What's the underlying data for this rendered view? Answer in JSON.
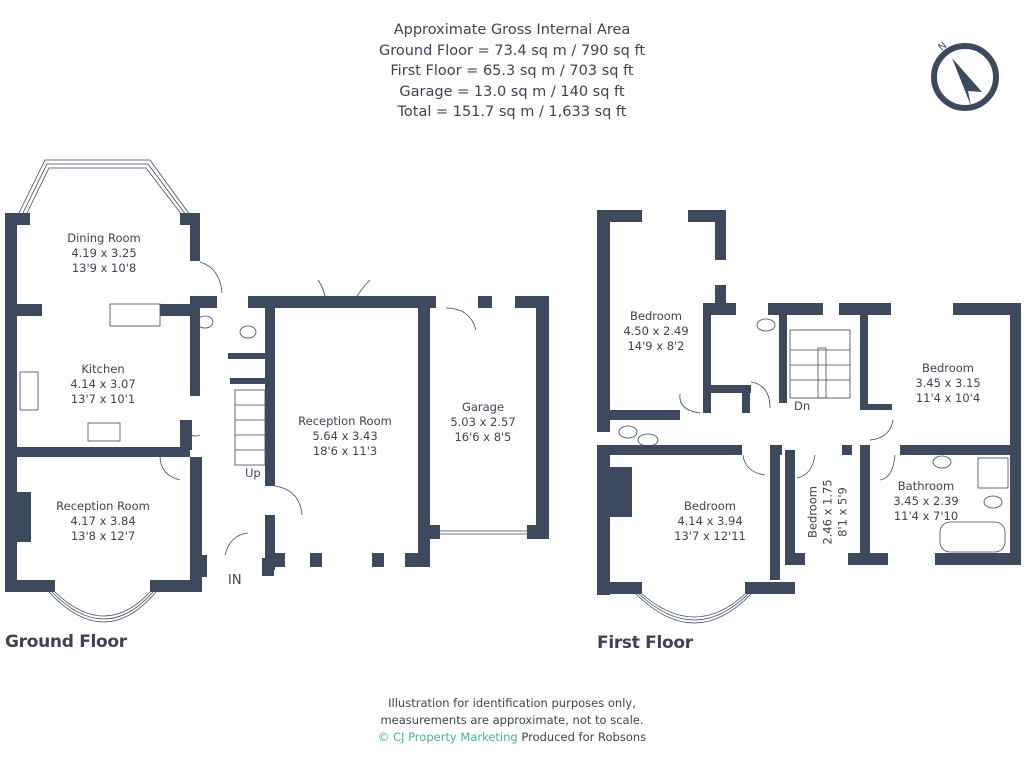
{
  "header": {
    "title": "Approximate Gross Internal Area",
    "lines": [
      "Ground Floor = 73.4 sq m / 790 sq ft",
      "First Floor = 65.3 sq m / 703 sq ft",
      "Garage = 13.0 sq m / 140 sq ft",
      "Total = 151.7 sq m / 1,633 sq ft"
    ]
  },
  "compass": {
    "label": "N",
    "icon": "compass-north-icon"
  },
  "colors": {
    "wall": "#3d4a5e",
    "text": "#3d4352",
    "brand": "#3fb59a",
    "background": "#ffffff"
  },
  "ground_floor": {
    "title": "Ground Floor",
    "rooms": [
      {
        "name": "Dining Room",
        "metric": "4.19 x 3.25",
        "imperial": "13'9 x 10'8"
      },
      {
        "name": "Kitchen",
        "metric": "4.14 x 3.07",
        "imperial": "13'7 x 10'1"
      },
      {
        "name": "Reception Room",
        "metric": "4.17 x 3.84",
        "imperial": "13'8 x 12'7"
      },
      {
        "name": "Reception Room",
        "metric": "5.64 x 3.43",
        "imperial": "18'6 x 11'3"
      },
      {
        "name": "Garage",
        "metric": "5.03 x 2.57",
        "imperial": "16'6 x 8'5"
      }
    ],
    "stairs_label": "Up",
    "entrance_label": "IN"
  },
  "first_floor": {
    "title": "First Floor",
    "rooms": [
      {
        "name": "Bedroom",
        "metric": "4.50 x 2.49",
        "imperial": "14'9 x 8'2"
      },
      {
        "name": "Bedroom",
        "metric": "3.45 x 3.15",
        "imperial": "11'4 x 10'4"
      },
      {
        "name": "Bedroom",
        "metric": "4.14 x 3.94",
        "imperial": "13'7 x 12'11"
      },
      {
        "name": "Bedroom",
        "metric": "2.46 x 1.75",
        "imperial": "8'1 x 5'9"
      },
      {
        "name": "Bathroom",
        "metric": "3.45 x 2.39",
        "imperial": "11'4 x 7'10"
      }
    ],
    "stairs_label": "Dn"
  },
  "footer": {
    "line1": "Illustration for identification purposes only,",
    "line2": "measurements are approximate, not to scale.",
    "brand": "© CJ Property Marketing",
    "produced": "Produced for Robsons"
  }
}
